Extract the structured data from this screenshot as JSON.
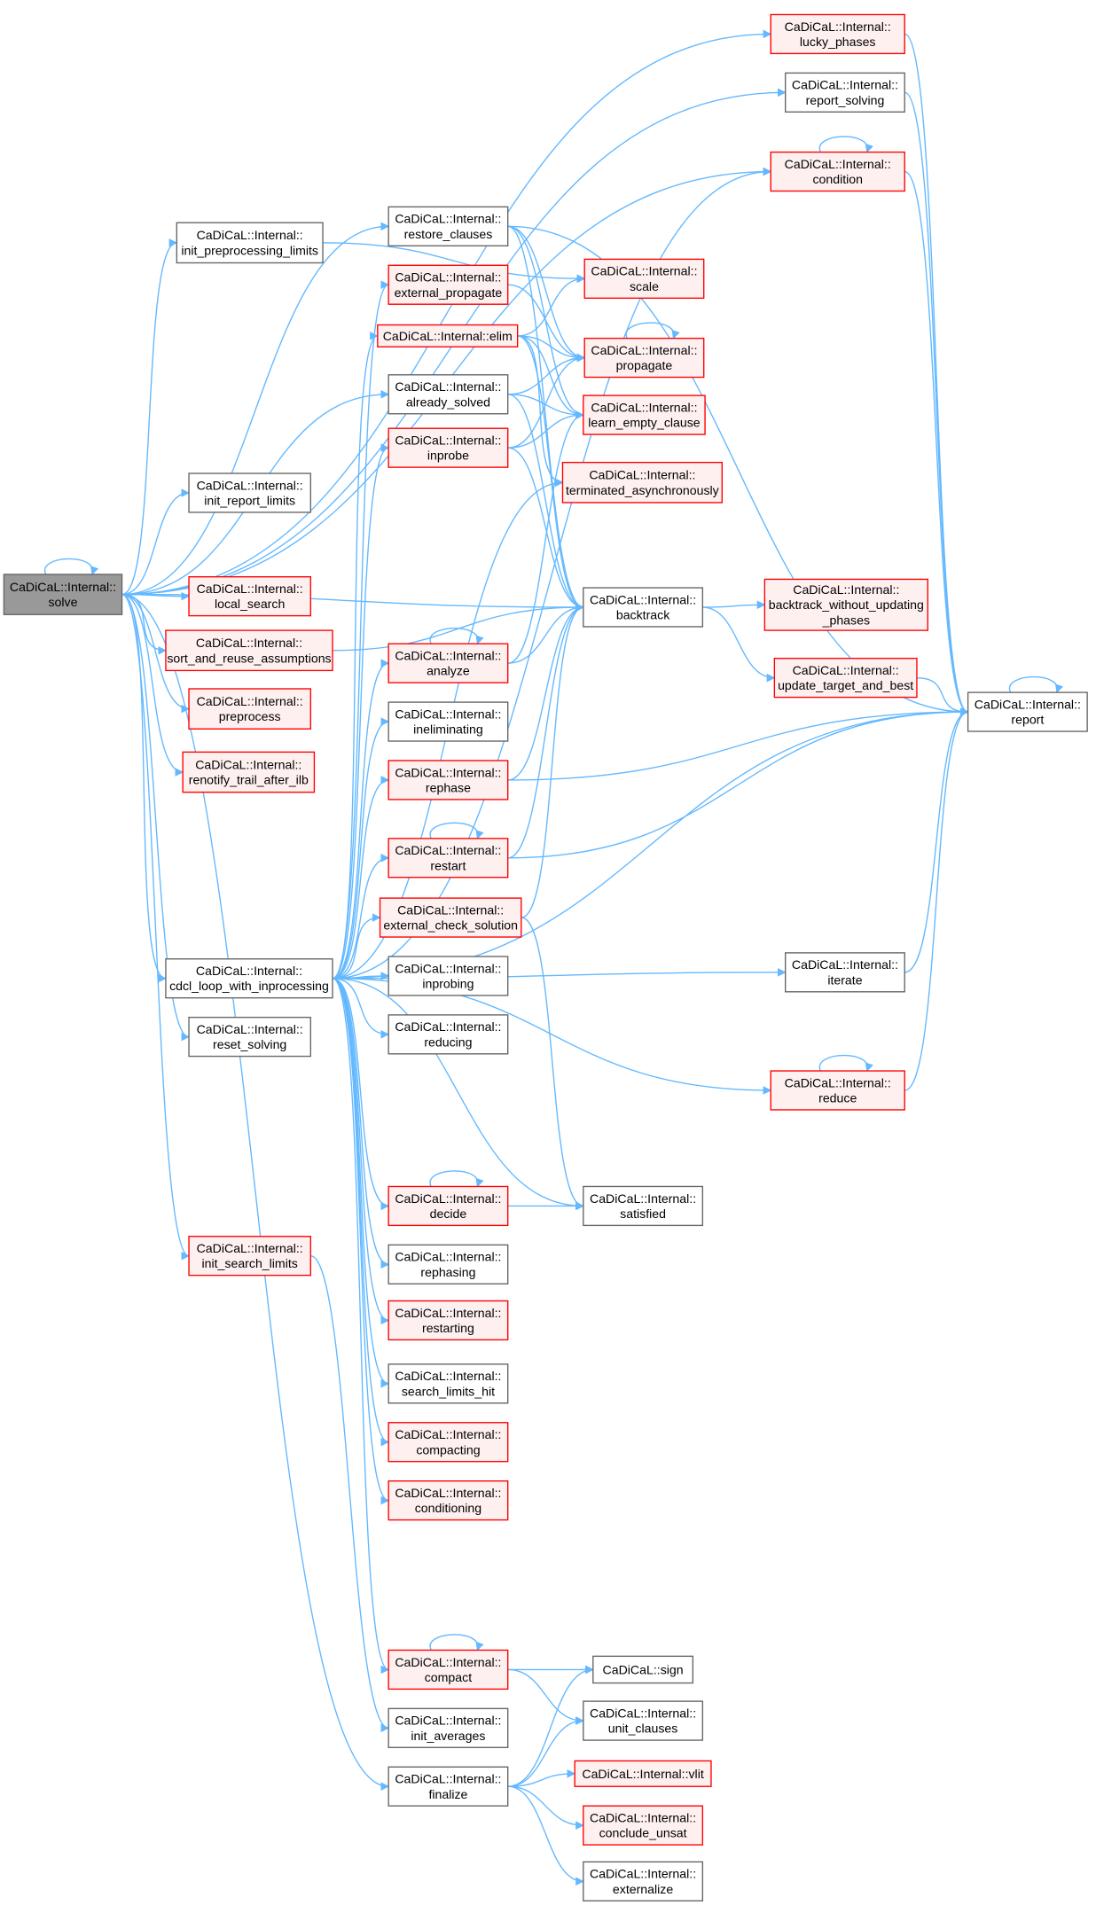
{
  "graph": {
    "root": "solve",
    "colors": {
      "edge": "#63b8ff",
      "incomplete_border": "#ff0000",
      "incomplete_fill": "#fff0f0",
      "complete_border": "#666666",
      "root_fill": "#999999"
    },
    "nodes": {
      "solve": {
        "lines": [
          "CaDiCaL::Internal::",
          "solve"
        ],
        "style": "root"
      },
      "lucky_phases": {
        "lines": [
          "CaDiCaL::Internal::",
          "lucky_phases"
        ],
        "style": "red"
      },
      "report_solving": {
        "lines": [
          "CaDiCaL::Internal::",
          "report_solving"
        ],
        "style": "gray"
      },
      "condition": {
        "lines": [
          "CaDiCaL::Internal::",
          "condition"
        ],
        "style": "red"
      },
      "init_preprocessing_limits": {
        "lines": [
          "CaDiCaL::Internal::",
          "init_preprocessing_limits"
        ],
        "style": "gray"
      },
      "restore_clauses": {
        "lines": [
          "CaDiCaL::Internal::",
          "restore_clauses"
        ],
        "style": "gray"
      },
      "external_propagate": {
        "lines": [
          "CaDiCaL::Internal::",
          "external_propagate"
        ],
        "style": "red"
      },
      "scale": {
        "lines": [
          "CaDiCaL::Internal::",
          "scale"
        ],
        "style": "red"
      },
      "elim": {
        "lines": [
          "CaDiCaL::Internal::elim"
        ],
        "style": "red"
      },
      "propagate": {
        "lines": [
          "CaDiCaL::Internal::",
          "propagate"
        ],
        "style": "red"
      },
      "already_solved": {
        "lines": [
          "CaDiCaL::Internal::",
          "already_solved"
        ],
        "style": "gray"
      },
      "learn_empty_clause": {
        "lines": [
          "CaDiCaL::Internal::",
          "learn_empty_clause"
        ],
        "style": "red"
      },
      "inprobe": {
        "lines": [
          "CaDiCaL::Internal::",
          "inprobe"
        ],
        "style": "red"
      },
      "terminated_asynchronously": {
        "lines": [
          "CaDiCaL::Internal::",
          "terminated_asynchronously"
        ],
        "style": "red"
      },
      "init_report_limits": {
        "lines": [
          "CaDiCaL::Internal::",
          "init_report_limits"
        ],
        "style": "gray"
      },
      "local_search": {
        "lines": [
          "CaDiCaL::Internal::",
          "local_search"
        ],
        "style": "red"
      },
      "backtrack": {
        "lines": [
          "CaDiCaL::Internal::",
          "backtrack"
        ],
        "style": "gray"
      },
      "backtrack_without_updating_phases": {
        "lines": [
          "CaDiCaL::Internal::",
          "backtrack_without_updating",
          "_phases"
        ],
        "style": "red"
      },
      "sort_and_reuse_assumptions": {
        "lines": [
          "CaDiCaL::Internal::",
          "sort_and_reuse_assumptions"
        ],
        "style": "red"
      },
      "analyze": {
        "lines": [
          "CaDiCaL::Internal::",
          "analyze"
        ],
        "style": "red"
      },
      "update_target_and_best": {
        "lines": [
          "CaDiCaL::Internal::",
          "update_target_and_best"
        ],
        "style": "red"
      },
      "report": {
        "lines": [
          "CaDiCaL::Internal::",
          "report"
        ],
        "style": "gray"
      },
      "preprocess": {
        "lines": [
          "CaDiCaL::Internal::",
          "preprocess"
        ],
        "style": "red"
      },
      "ineliminating": {
        "lines": [
          "CaDiCaL::Internal::",
          "ineliminating"
        ],
        "style": "gray"
      },
      "renotify_trail_after_ilb": {
        "lines": [
          "CaDiCaL::Internal::",
          "renotify_trail_after_ilb"
        ],
        "style": "red"
      },
      "rephase": {
        "lines": [
          "CaDiCaL::Internal::",
          "rephase"
        ],
        "style": "red"
      },
      "restart": {
        "lines": [
          "CaDiCaL::Internal::",
          "restart"
        ],
        "style": "red"
      },
      "external_check_solution": {
        "lines": [
          "CaDiCaL::Internal::",
          "external_check_solution"
        ],
        "style": "red"
      },
      "cdcl_loop_with_inprocessing": {
        "lines": [
          "CaDiCaL::Internal::",
          "cdcl_loop_with_inprocessing"
        ],
        "style": "gray"
      },
      "inprobing": {
        "lines": [
          "CaDiCaL::Internal::",
          "inprobing"
        ],
        "style": "gray"
      },
      "iterate": {
        "lines": [
          "CaDiCaL::Internal::",
          "iterate"
        ],
        "style": "gray"
      },
      "reset_solving": {
        "lines": [
          "CaDiCaL::Internal::",
          "reset_solving"
        ],
        "style": "gray"
      },
      "reducing": {
        "lines": [
          "CaDiCaL::Internal::",
          "reducing"
        ],
        "style": "gray"
      },
      "reduce": {
        "lines": [
          "CaDiCaL::Internal::",
          "reduce"
        ],
        "style": "red"
      },
      "decide": {
        "lines": [
          "CaDiCaL::Internal::",
          "decide"
        ],
        "style": "red"
      },
      "satisfied": {
        "lines": [
          "CaDiCaL::Internal::",
          "satisfied"
        ],
        "style": "gray"
      },
      "rephasing": {
        "lines": [
          "CaDiCaL::Internal::",
          "rephasing"
        ],
        "style": "gray"
      },
      "init_search_limits": {
        "lines": [
          "CaDiCaL::Internal::",
          "init_search_limits"
        ],
        "style": "red"
      },
      "restarting": {
        "lines": [
          "CaDiCaL::Internal::",
          "restarting"
        ],
        "style": "red"
      },
      "search_limits_hit": {
        "lines": [
          "CaDiCaL::Internal::",
          "search_limits_hit"
        ],
        "style": "gray"
      },
      "compacting": {
        "lines": [
          "CaDiCaL::Internal::",
          "compacting"
        ],
        "style": "red"
      },
      "conditioning": {
        "lines": [
          "CaDiCaL::Internal::",
          "conditioning"
        ],
        "style": "red"
      },
      "compact": {
        "lines": [
          "CaDiCaL::Internal::",
          "compact"
        ],
        "style": "red"
      },
      "sign": {
        "lines": [
          "CaDiCaL::sign"
        ],
        "style": "gray"
      },
      "unit_clauses": {
        "lines": [
          "CaDiCaL::Internal::",
          "unit_clauses"
        ],
        "style": "gray"
      },
      "init_averages": {
        "lines": [
          "CaDiCaL::Internal::",
          "init_averages"
        ],
        "style": "gray"
      },
      "finalize": {
        "lines": [
          "CaDiCaL::Internal::",
          "finalize"
        ],
        "style": "gray"
      },
      "vlit": {
        "lines": [
          "CaDiCaL::Internal::vlit"
        ],
        "style": "red"
      },
      "conclude_unsat": {
        "lines": [
          "CaDiCaL::Internal::",
          "conclude_unsat"
        ],
        "style": "red"
      },
      "externalize": {
        "lines": [
          "CaDiCaL::Internal::",
          "externalize"
        ],
        "style": "gray"
      }
    },
    "edges": [
      [
        "solve",
        "solve"
      ],
      [
        "solve",
        "lucky_phases"
      ],
      [
        "solve",
        "report_solving"
      ],
      [
        "solve",
        "condition"
      ],
      [
        "solve",
        "init_preprocessing_limits"
      ],
      [
        "solve",
        "restore_clauses"
      ],
      [
        "solve",
        "already_solved"
      ],
      [
        "solve",
        "init_report_limits"
      ],
      [
        "solve",
        "local_search"
      ],
      [
        "solve",
        "backtrack"
      ],
      [
        "solve",
        "sort_and_reuse_assumptions"
      ],
      [
        "solve",
        "preprocess"
      ],
      [
        "solve",
        "renotify_trail_after_ilb"
      ],
      [
        "solve",
        "cdcl_loop_with_inprocessing"
      ],
      [
        "solve",
        "reset_solving"
      ],
      [
        "solve",
        "init_search_limits"
      ],
      [
        "solve",
        "finalize"
      ],
      [
        "init_preprocessing_limits",
        "scale"
      ],
      [
        "restore_clauses",
        "report"
      ],
      [
        "restore_clauses",
        "propagate"
      ],
      [
        "restore_clauses",
        "learn_empty_clause"
      ],
      [
        "restore_clauses",
        "backtrack"
      ],
      [
        "external_propagate",
        "propagate"
      ],
      [
        "elim",
        "scale"
      ],
      [
        "elim",
        "propagate"
      ],
      [
        "elim",
        "learn_empty_clause"
      ],
      [
        "elim",
        "terminated_asynchronously"
      ],
      [
        "elim",
        "backtrack"
      ],
      [
        "already_solved",
        "propagate"
      ],
      [
        "already_solved",
        "learn_empty_clause"
      ],
      [
        "already_solved",
        "backtrack"
      ],
      [
        "inprobe",
        "propagate"
      ],
      [
        "inprobe",
        "learn_empty_clause"
      ],
      [
        "inprobe",
        "backtrack"
      ],
      [
        "propagate",
        "propagate"
      ],
      [
        "backtrack",
        "backtrack_without_updating_phases"
      ],
      [
        "backtrack",
        "update_target_and_best"
      ],
      [
        "update_target_and_best",
        "report"
      ],
      [
        "lucky_phases",
        "report"
      ],
      [
        "report_solving",
        "report"
      ],
      [
        "condition",
        "report"
      ],
      [
        "condition",
        "condition"
      ],
      [
        "sort_and_reuse_assumptions",
        "backtrack"
      ],
      [
        "analyze",
        "analyze"
      ],
      [
        "analyze",
        "learn_empty_clause"
      ],
      [
        "analyze",
        "backtrack"
      ],
      [
        "rephase",
        "backtrack"
      ],
      [
        "rephase",
        "report"
      ],
      [
        "restart",
        "restart"
      ],
      [
        "restart",
        "backtrack"
      ],
      [
        "restart",
        "report"
      ],
      [
        "external_check_solution",
        "backtrack"
      ],
      [
        "external_check_solution",
        "satisfied"
      ],
      [
        "iterate",
        "report"
      ],
      [
        "reduce",
        "report"
      ],
      [
        "reduce",
        "reduce"
      ],
      [
        "report",
        "report"
      ],
      [
        "cdcl_loop_with_inprocessing",
        "condition"
      ],
      [
        "cdcl_loop_with_inprocessing",
        "external_propagate"
      ],
      [
        "cdcl_loop_with_inprocessing",
        "elim"
      ],
      [
        "cdcl_loop_with_inprocessing",
        "inprobe"
      ],
      [
        "cdcl_loop_with_inprocessing",
        "terminated_asynchronously"
      ],
      [
        "cdcl_loop_with_inprocessing",
        "analyze"
      ],
      [
        "cdcl_loop_with_inprocessing",
        "ineliminating"
      ],
      [
        "cdcl_loop_with_inprocessing",
        "rephase"
      ],
      [
        "cdcl_loop_with_inprocessing",
        "restart"
      ],
      [
        "cdcl_loop_with_inprocessing",
        "external_check_solution"
      ],
      [
        "cdcl_loop_with_inprocessing",
        "inprobing"
      ],
      [
        "cdcl_loop_with_inprocessing",
        "reducing"
      ],
      [
        "cdcl_loop_with_inprocessing",
        "iterate"
      ],
      [
        "cdcl_loop_with_inprocessing",
        "reduce"
      ],
      [
        "cdcl_loop_with_inprocessing",
        "decide"
      ],
      [
        "cdcl_loop_with_inprocessing",
        "rephasing"
      ],
      [
        "cdcl_loop_with_inprocessing",
        "restarting"
      ],
      [
        "cdcl_loop_with_inprocessing",
        "search_limits_hit"
      ],
      [
        "cdcl_loop_with_inprocessing",
        "compacting"
      ],
      [
        "cdcl_loop_with_inprocessing",
        "conditioning"
      ],
      [
        "cdcl_loop_with_inprocessing",
        "satisfied"
      ],
      [
        "cdcl_loop_with_inprocessing",
        "report"
      ],
      [
        "cdcl_loop_with_inprocessing",
        "compact"
      ],
      [
        "decide",
        "satisfied"
      ],
      [
        "decide",
        "decide"
      ],
      [
        "init_search_limits",
        "init_averages"
      ],
      [
        "compact",
        "compact"
      ],
      [
        "compact",
        "sign"
      ],
      [
        "compact",
        "unit_clauses"
      ],
      [
        "finalize",
        "sign"
      ],
      [
        "finalize",
        "unit_clauses"
      ],
      [
        "finalize",
        "vlit"
      ],
      [
        "finalize",
        "conclude_unsat"
      ],
      [
        "finalize",
        "externalize"
      ]
    ]
  }
}
